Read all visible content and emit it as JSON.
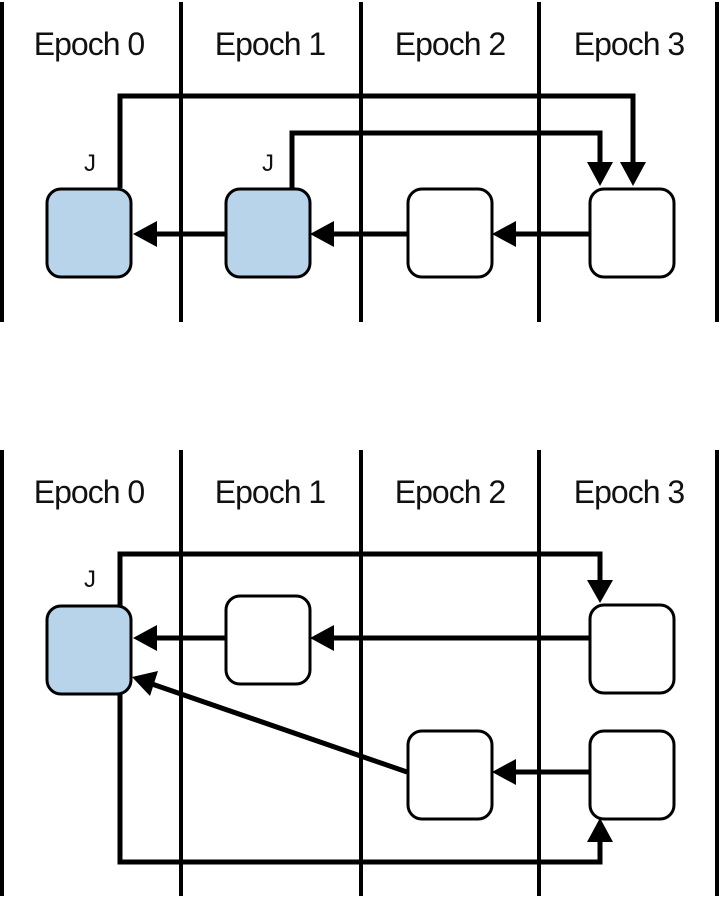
{
  "diagrams": [
    {
      "epoch_labels": [
        "Epoch 0",
        "Epoch 1",
        "Epoch 2",
        "Epoch 3"
      ],
      "journal_marker": "J",
      "nodes": [
        {
          "id": "d1-e0",
          "epoch": 0,
          "journaled": true
        },
        {
          "id": "d1-e1",
          "epoch": 1,
          "journaled": true
        },
        {
          "id": "d1-e2",
          "epoch": 2,
          "journaled": false
        },
        {
          "id": "d1-e3",
          "epoch": 3,
          "journaled": false
        }
      ],
      "edges": [
        {
          "from": "d1-e3",
          "to": "d1-e2",
          "kind": "direct"
        },
        {
          "from": "d1-e2",
          "to": "d1-e1",
          "kind": "direct"
        },
        {
          "from": "d1-e1",
          "to": "d1-e0",
          "kind": "direct"
        },
        {
          "from": "d1-e0",
          "to": "d1-e3",
          "kind": "journal-link"
        },
        {
          "from": "d1-e1",
          "to": "d1-e3",
          "kind": "journal-link"
        }
      ]
    },
    {
      "epoch_labels": [
        "Epoch 0",
        "Epoch 1",
        "Epoch 2",
        "Epoch 3"
      ],
      "journal_marker": "J",
      "nodes": [
        {
          "id": "d2-e0",
          "epoch": 0,
          "journaled": true
        },
        {
          "id": "d2-e1",
          "epoch": 1,
          "journaled": false
        },
        {
          "id": "d2-e3a",
          "epoch": 3,
          "journaled": false
        },
        {
          "id": "d2-e2",
          "epoch": 2,
          "journaled": false
        },
        {
          "id": "d2-e3b",
          "epoch": 3,
          "journaled": false
        }
      ],
      "edges": [
        {
          "from": "d2-e3a",
          "to": "d2-e1",
          "kind": "direct"
        },
        {
          "from": "d2-e1",
          "to": "d2-e0",
          "kind": "direct"
        },
        {
          "from": "d2-e3b",
          "to": "d2-e2",
          "kind": "direct"
        },
        {
          "from": "d2-e2",
          "to": "d2-e0",
          "kind": "direct"
        },
        {
          "from": "d2-e0",
          "to": "d2-e3a",
          "kind": "journal-link"
        },
        {
          "from": "d2-e0",
          "to": "d2-e3b",
          "kind": "journal-link"
        }
      ]
    }
  ],
  "colors": {
    "journaled_fill": "#b8d4ea",
    "plain_fill": "#ffffff",
    "stroke": "#000000"
  }
}
